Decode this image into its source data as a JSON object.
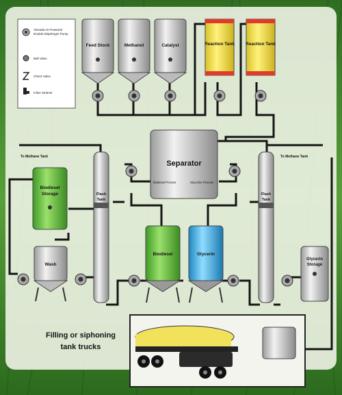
{
  "legend": {
    "pump": "Yamada Air-Powered Double Diaphragm Pump",
    "ball_valve": "Ball Valve",
    "check_valve": "Check Valve",
    "inline_strainer": "Inline Strainer"
  },
  "tanks": {
    "feed_stock": "Feed Stock",
    "methanol": "Methanol",
    "catalyst": "Catalyst",
    "reaction_tank_1": "Reaction Tank",
    "reaction_tank_2": "Reaction Tank",
    "separator": "Separator",
    "biodiesel_storage": "Biodiesel Storage",
    "flash_tank_left": "Flash Tank",
    "flash_tank_right": "Flash Tank",
    "wash": "Wash",
    "biodiesel": "Biodiesel",
    "glycerin": "Glycerin",
    "glycerin_storage": "Glycerin Storage"
  },
  "labels": {
    "to_methane_left": "To Methane Tank",
    "to_methane_right": "To Methane Tank",
    "biodiesel_process": "Biodiesel Process",
    "glycerine_process": "Glycerine Process",
    "filling_title": "Filling or siphoning tank trucks"
  },
  "colors": {
    "background_green": "#3b7a2a",
    "panel": "#eef3e6",
    "pipe": "#141414",
    "tank_gray": "#c9c9c9",
    "reaction_yellow": "#f4e24a",
    "reaction_red_band": "#e23a2a",
    "biodiesel_green": "#6fc84a",
    "glycerin_blue": "#49b6e6",
    "truck_yellow": "#f2e15a"
  }
}
